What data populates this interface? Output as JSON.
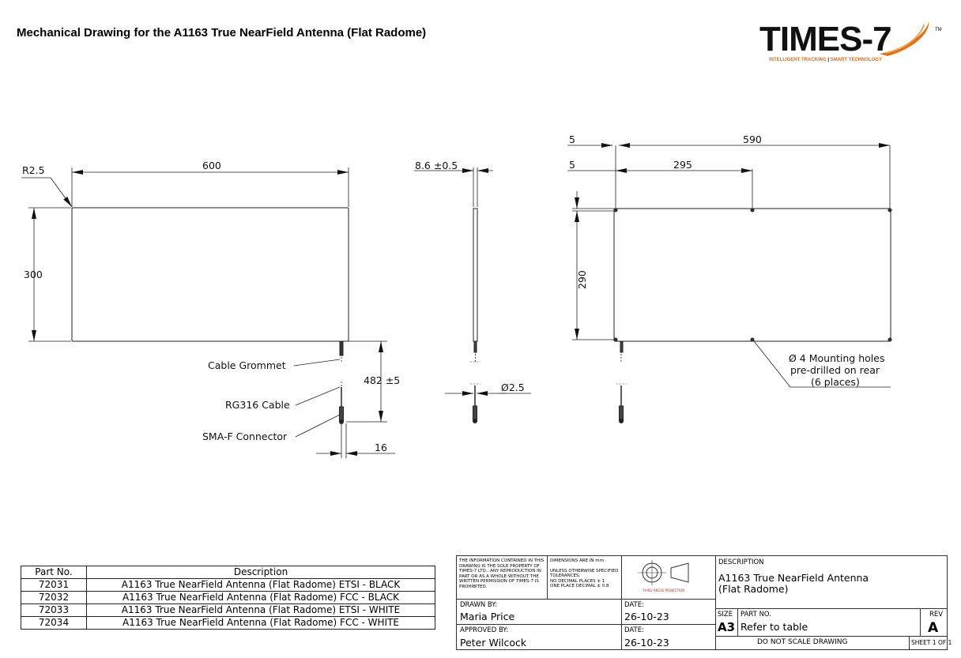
{
  "title": "Mechanical Drawing for the A1163 True NearField Antenna (Flat Radome)",
  "logo": {
    "text": "TIMES-7",
    "tm": "TM",
    "tagline_part1": "INTELLIGENT TRACKING",
    "tagline_sep": " | ",
    "tagline_part2": "SMART TECHNOLOGY",
    "color_accent": "#e2701b"
  },
  "front_view": {
    "radius": "R2.5",
    "width": "600",
    "height": "300",
    "cable_length": "482 ±5",
    "connector_offset": "16",
    "label_grommet": "Cable Grommet",
    "label_cable": "RG316 Cable",
    "label_connector": "SMA-F Connector"
  },
  "side_view": {
    "thickness": "8.6 ±0.5",
    "cable_diameter": "Ø2.5"
  },
  "rear_view": {
    "offset_top": "5",
    "offset_left": "5",
    "hole_span": "590",
    "hole_mid": "295",
    "hole_height": "290",
    "note_line1": "Ø 4 Mounting holes",
    "note_line2": "pre-drilled on rear",
    "note_line3": "(6 places)"
  },
  "parts_table": {
    "headers": [
      "Part No.",
      "Description"
    ],
    "rows": [
      [
        "72031",
        "A1163 True NearField Antenna (Flat Radome) ETSI - BLACK"
      ],
      [
        "72032",
        "A1163 True NearField Antenna (Flat Radome) FCC - BLACK"
      ],
      [
        "72033",
        "A1163 True NearField Antenna (Flat Radome) ETSI - WHITE"
      ],
      [
        "72034",
        "A1163 True NearField Antenna (Flat Radome) FCC - WHITE"
      ]
    ]
  },
  "title_block": {
    "notice": "THE INFORMATION CONTAINED IN THIS DRAWING IS THE SOLE PROPERTY OF TIMES-7 LTD.. ANY REPRODUCTION IN PART OR AS A WHOLE WITHOUT THE WRITTEN PERMISSION OF TIMES-7 IS PROHIBITED.",
    "dims_note": "DIMENSIONS ARE IN mm",
    "tol_line1": "UNLESS OTHERWISE SPECIFIED",
    "tol_line2": "TOLERANCES:",
    "tol_line3": "NO DECIMAL PLACES ± 1",
    "tol_line4": "ONE PLACE DECIMAL ± 0.8",
    "projection_label": "THIRD ANGLE PROJECTION",
    "drawn_by_label": "DRAWN BY:",
    "drawn_by": "Maria Price",
    "drawn_date_label": "DATE:",
    "drawn_date": "26-10-23",
    "approved_by_label": "APPROVED BY:",
    "approved_by": "Peter Wilcock",
    "approved_date_label": "DATE:",
    "approved_date": "26-10-23",
    "description_label": "DESCRIPTION",
    "description_line1": "A1163 True NearField Antenna",
    "description_line2": "(Flat Radome)",
    "size_label": "SIZE",
    "size": "A3",
    "part_no_label": "PART NO.",
    "part_no": "Refer to table",
    "rev_label": "REV",
    "rev": "A",
    "do_not_scale": "DO NOT SCALE DRAWING",
    "sheet": "SHEET 1 OF 1"
  }
}
